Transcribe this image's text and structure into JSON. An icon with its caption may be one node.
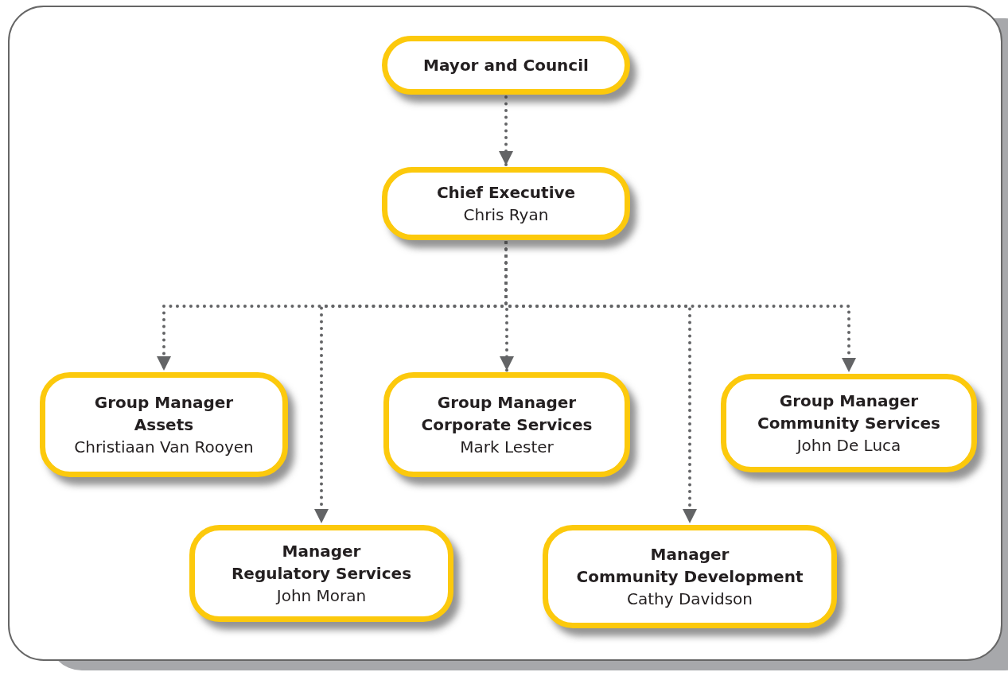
{
  "diagram": {
    "nodes": [
      {
        "text": [
          "Mayor and Council"
        ]
      },
      {
        "text": [
          "Chief Executive",
          "Chris Ryan"
        ]
      },
      {
        "text": [
          "Group Manager Assets",
          "Christiaan Van Rooyen"
        ]
      },
      {
        "text": [
          "Group Manager Corporate Services",
          "Mark Lester"
        ]
      },
      {
        "text": [
          "Group Manager Community Services",
          "John De Luca"
        ]
      },
      {
        "text": [
          "Manager Regulatory Services",
          "John Moran"
        ]
      },
      {
        "text": [
          "Manager Community Development",
          "Cathy Davidson"
        ]
      }
    ],
    "edges": [
      {
        "from": 0,
        "to": 1,
        "arrow": "to"
      },
      {
        "from": 1,
        "to": 2,
        "arrow": "to"
      },
      {
        "from": 1,
        "to": 5,
        "arrow": "to"
      },
      {
        "from": 1,
        "to": 3,
        "arrow": "to"
      },
      {
        "from": 1,
        "to": 6,
        "arrow": "to"
      },
      {
        "from": 1,
        "to": 4,
        "arrow": "to"
      }
    ]
  }
}
